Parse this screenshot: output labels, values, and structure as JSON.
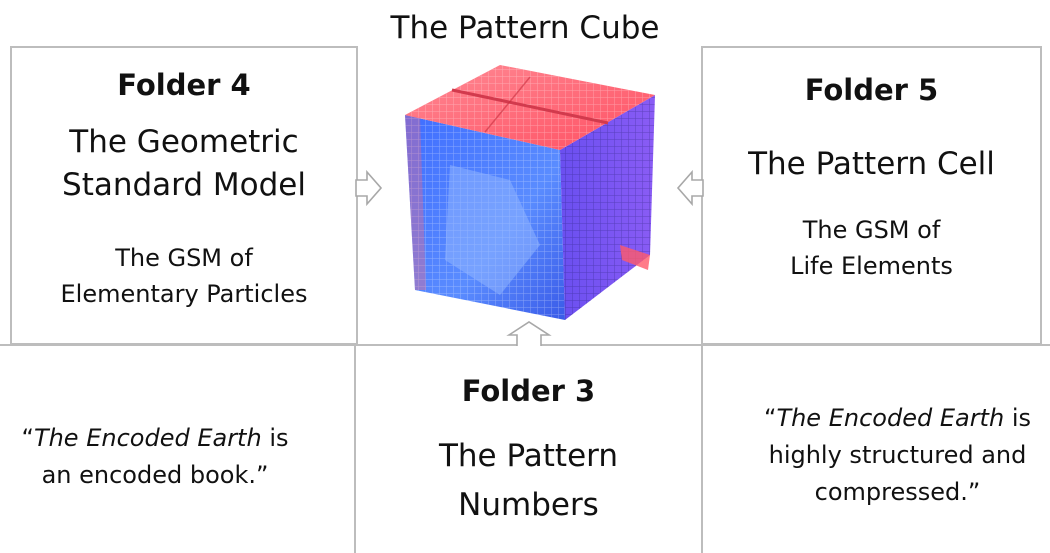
{
  "title": "The Pattern Cube",
  "folder4": {
    "label": "Folder 4",
    "title_line1": "The Geometric",
    "title_line2": "Standard Model",
    "subtitle_line1": "The GSM of",
    "subtitle_line2": "Elementary Particles"
  },
  "folder5": {
    "label": "Folder 5",
    "title": "The Pattern Cell",
    "subtitle_line1": "The GSM of",
    "subtitle_line2": "Life Elements"
  },
  "folder3": {
    "label": "Folder 3",
    "title_line1": "The Pattern",
    "title_line2": "Numbers"
  },
  "quote_left": {
    "open": "“",
    "italic": "The Encoded Earth",
    "rest1": " is",
    "line2": "an encoded book.”"
  },
  "quote_right": {
    "open": "“",
    "italic": "The Encoded Earth",
    "rest1": " is",
    "line2": "highly structured and",
    "line3": "compressed.”"
  },
  "colors": {
    "border": "#bdbdbd",
    "cube_red": "#ff6b7a",
    "cube_blue": "#4f7bff",
    "cube_purple": "#7a55f0"
  }
}
